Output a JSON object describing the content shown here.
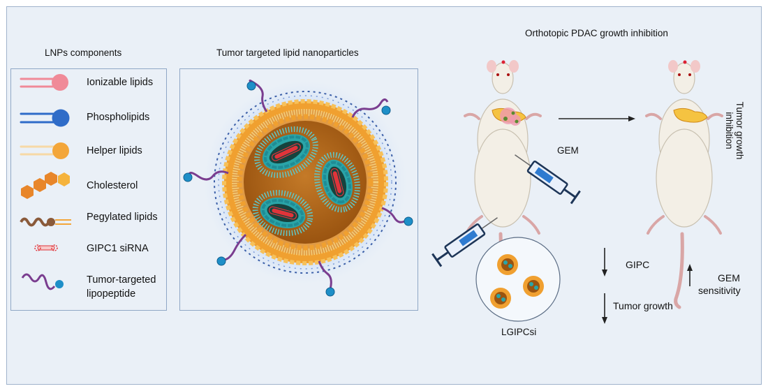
{
  "components_panel": {
    "title": "LNPs components",
    "items": [
      {
        "label": "Ionizable  lipids",
        "icon": "ionizable-lipid-icon",
        "color": "#f08a98"
      },
      {
        "label": "Phospholipids",
        "icon": "phospholipid-icon",
        "color": "#2f6cc8"
      },
      {
        "label": "Helper lipids",
        "icon": "helper-lipid-icon",
        "color": "#f3a63a"
      },
      {
        "label": "Cholesterol",
        "icon": "cholesterol-icon",
        "color": "#e8862a"
      },
      {
        "label": "Pegylated lipids",
        "icon": "pegylated-lipid-icon",
        "color": "#8a5a3a"
      },
      {
        "label": "GIPC1 siRNA",
        "icon": "sirna-icon",
        "color": "#e0343a"
      },
      {
        "label": "Tumor-targeted",
        "label2": "lipopeptide",
        "icon": "lipopeptide-icon",
        "color": "#7a3d8f"
      }
    ]
  },
  "nanoparticle_panel": {
    "title": "Tumor targeted lipid nanoparticles"
  },
  "inhibition": {
    "title": "Orthotopic PDAC growth inhibition",
    "gem_label": "GEM",
    "vertical_label_1": "Tumor growth",
    "vertical_label_2": "inhibition",
    "lgipcsi_label": "LGIPCsi"
  },
  "effects": {
    "gipc": "GIPC",
    "tumor_growth": "Tumor growth",
    "gem_sensitivity_1": "GEM",
    "gem_sensitivity_2": "sensitivity"
  },
  "colors": {
    "frame_bg": "#eaf0f7",
    "frame_border": "#9fb3cc",
    "lipid_shell": "#f0a030",
    "core": "#c06a18",
    "mouse_body": "#f3efe6",
    "peptide": "#7a3d8f",
    "peptide_ball": "#1e8fc8"
  }
}
